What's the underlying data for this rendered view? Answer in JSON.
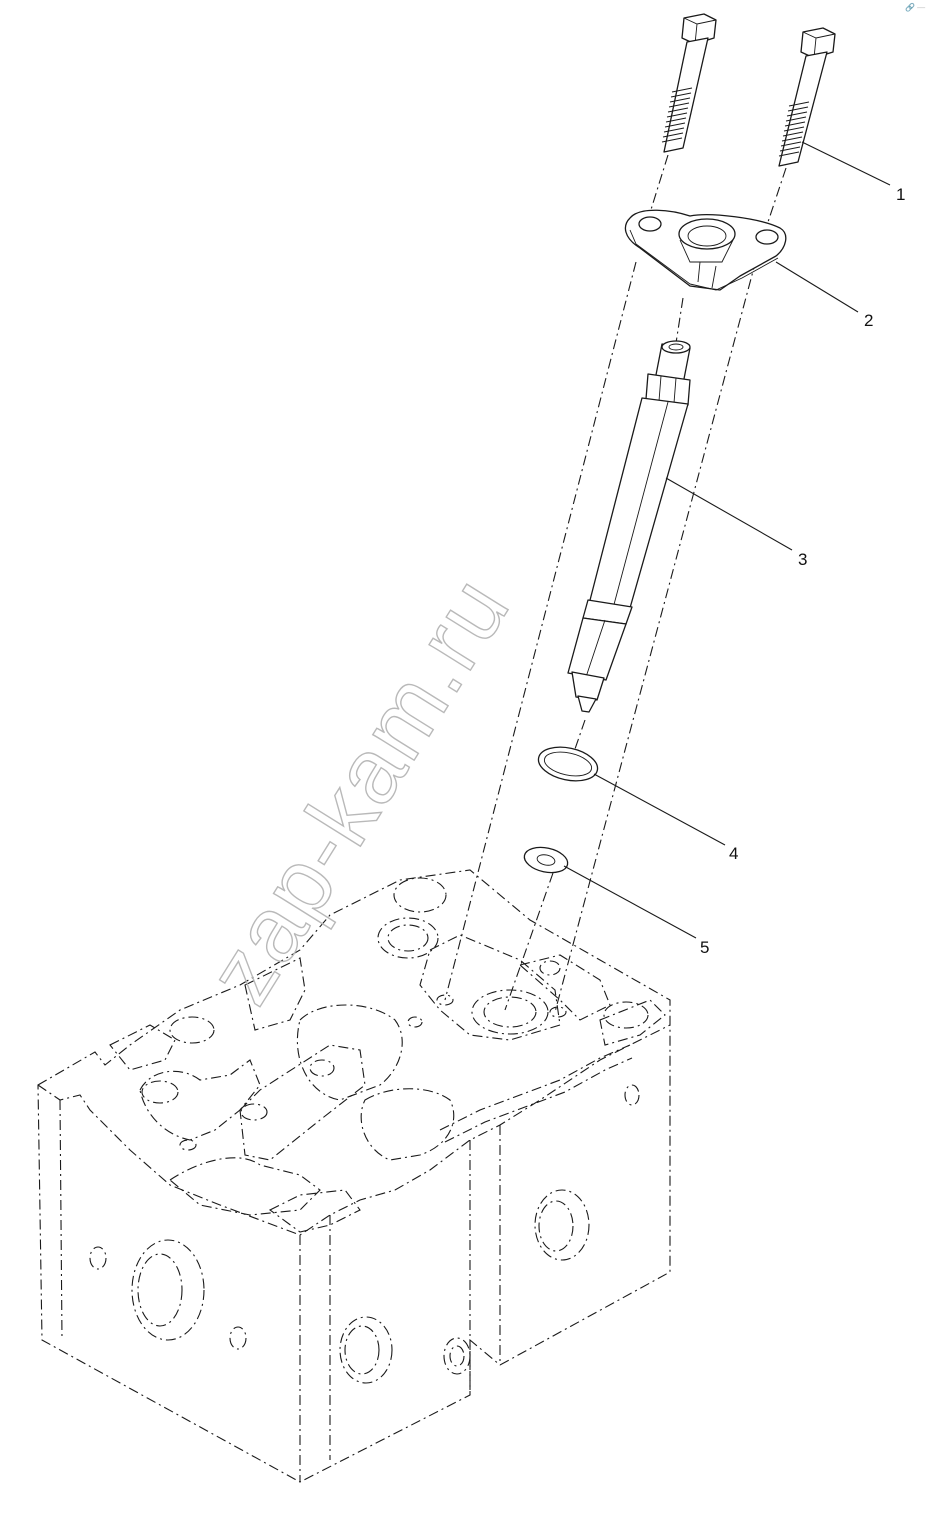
{
  "diagram": {
    "callouts": [
      "1",
      "2",
      "3",
      "4",
      "5"
    ],
    "watermark": "zap-kam.ru"
  },
  "parts": [
    {
      "callout": "1",
      "name": "bolt"
    },
    {
      "callout": "2",
      "name": "clamp-plate"
    },
    {
      "callout": "3",
      "name": "injector"
    },
    {
      "callout": "4",
      "name": "o-ring"
    },
    {
      "callout": "5",
      "name": "washer"
    }
  ],
  "corner_mark": "🔗 —"
}
